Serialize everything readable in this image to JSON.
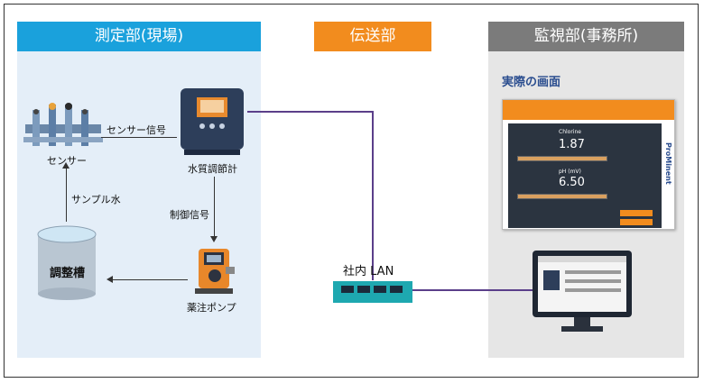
{
  "sections": {
    "field": "測定部(現場)",
    "transmission": "伝送部",
    "monitor": "監視部(事務所)"
  },
  "labels": {
    "sensor": "センサー",
    "sensor_signal": "センサー信号",
    "controller": "水質調節計",
    "control_signal": "制御信号",
    "sample_water": "サンプル水",
    "tank": "調整槽",
    "pump": "薬注ポンプ",
    "lan": "社内 LAN",
    "actual_screen": "実際の画面"
  },
  "screen": {
    "brand": "ProMinent",
    "param1_name": "Chlorine",
    "param1_value": "1.87",
    "param2_name": "pH (mV)",
    "param2_value": "6.50"
  },
  "colors": {
    "field_head": "#1aa1dc",
    "field_bg": "#e4eef8",
    "transmission_head": "#f28c1e",
    "monitor_head": "#7b7b7b",
    "monitor_bg": "#e6e6e6",
    "lan": "#5b3f8a",
    "switch": "#1ea8b0"
  }
}
